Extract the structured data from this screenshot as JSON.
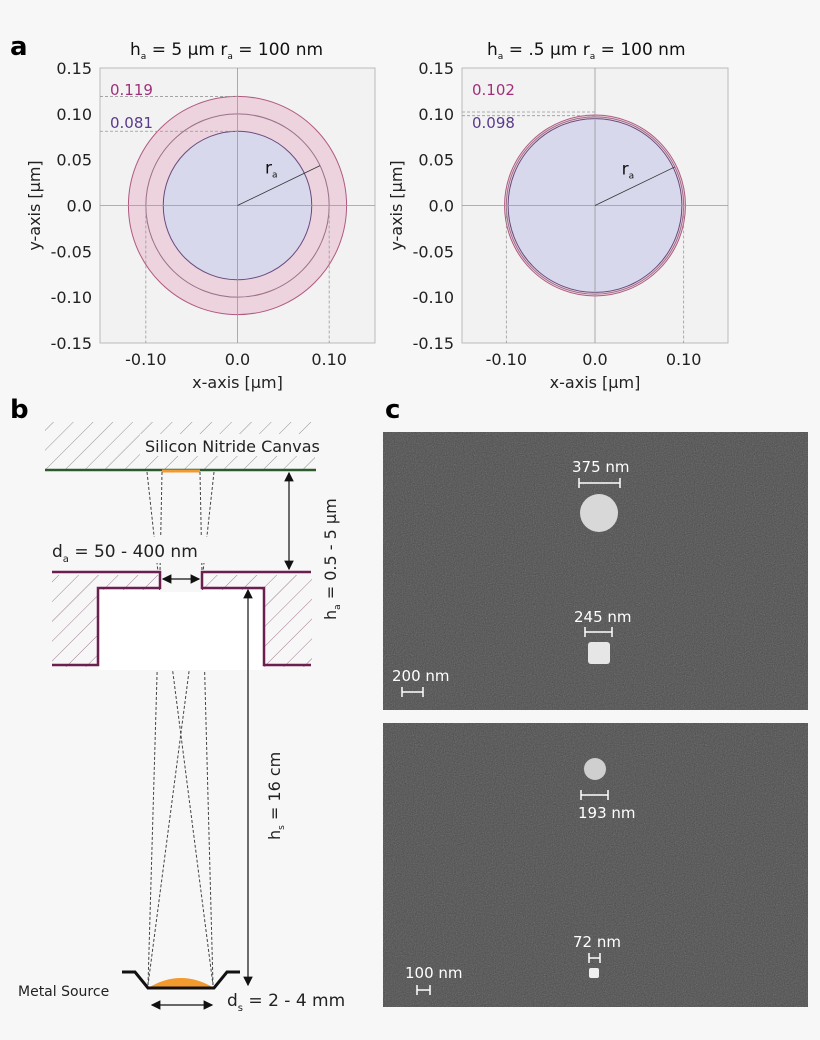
{
  "panel_labels": {
    "a": "a",
    "b": "b",
    "c": "c"
  },
  "colors": {
    "outer_fill": "#ecd3dd",
    "outer_stroke": "#b05a80",
    "inner_fill": "#d8d8ec",
    "inner_stroke": "#6a4a80",
    "canvas_line": "#2c5a2c",
    "aperture": "#6b1f4f",
    "metal": "#f29a2e",
    "label_outer": "#a0307a",
    "label_inner": "#5a3a8a",
    "sem_bg": "#4a4a4a"
  },
  "chart_data": [
    {
      "type": "area",
      "title_parts": {
        "h": "h",
        "h_sub": "a",
        "h_val": " = 5 µm",
        "r": "r",
        "r_sub": "a",
        "r_val": " = 100 nm"
      },
      "xlabel": "x-axis [µm]",
      "ylabel": "y-axis [µm]",
      "xlim": [
        -0.15,
        0.15
      ],
      "ylim": [
        -0.15,
        0.15
      ],
      "xticks": [
        "-0.10",
        "0.0",
        "0.10"
      ],
      "xtick_values": [
        -0.1,
        0,
        0.1
      ],
      "yticks": [
        "0.15",
        "0.10",
        "0.05",
        "0.0",
        "-0.05",
        "-0.10",
        "-0.15"
      ],
      "ytick_values": [
        0.15,
        0.1,
        0.05,
        0,
        -0.05,
        -0.1,
        -0.15
      ],
      "outer_radius": 0.119,
      "inner_radius": 0.081,
      "aperture_radius": 0.1,
      "outer_label": "0.119",
      "inner_label": "0.081",
      "radius_label": "r",
      "radius_sub": "a"
    },
    {
      "type": "area",
      "title_parts": {
        "h": "h",
        "h_sub": "a",
        "h_val": " = .5 µm",
        "r": "r",
        "r_sub": "a",
        "r_val": " = 100 nm"
      },
      "xlabel": "x-axis [µm]",
      "ylabel": "y-axis [µm]",
      "xlim": [
        -0.15,
        0.15
      ],
      "ylim": [
        -0.15,
        0.15
      ],
      "xticks": [
        "-0.10",
        "0.0",
        "0.10"
      ],
      "xtick_values": [
        -0.1,
        0,
        0.1
      ],
      "yticks": [
        "0.15",
        "0.10",
        "0.05",
        "0.0",
        "-0.05",
        "-0.10",
        "-0.15"
      ],
      "ytick_values": [
        0.15,
        0.1,
        0.05,
        0,
        -0.05,
        -0.1,
        -0.15
      ],
      "outer_radius": 0.102,
      "inner_radius": 0.098,
      "aperture_radius": 0.1,
      "outer_label": "0.102",
      "inner_label": "0.098",
      "radius_label": "r",
      "radius_sub": "a"
    }
  ],
  "schematic": {
    "canvas_label": "Silicon Nitride Canvas",
    "da": "d",
    "da_sub": "a",
    "da_val": " = 50 - 400 nm",
    "ha": "h",
    "ha_sub": "a",
    "ha_val": " = 0.5 - 5 µm",
    "hs": "h",
    "hs_sub": "s",
    "hs_val": " = 16 cm",
    "ds": "d",
    "ds_sub": "s",
    "ds_val": " = 2 - 4 mm",
    "source_label": "Metal Source"
  },
  "sem": {
    "top": {
      "particle1": "375 nm",
      "particle2": "245 nm",
      "scale": "200 nm"
    },
    "bottom": {
      "particle1": "193 nm",
      "particle2": "72 nm",
      "scale": "100 nm"
    }
  }
}
